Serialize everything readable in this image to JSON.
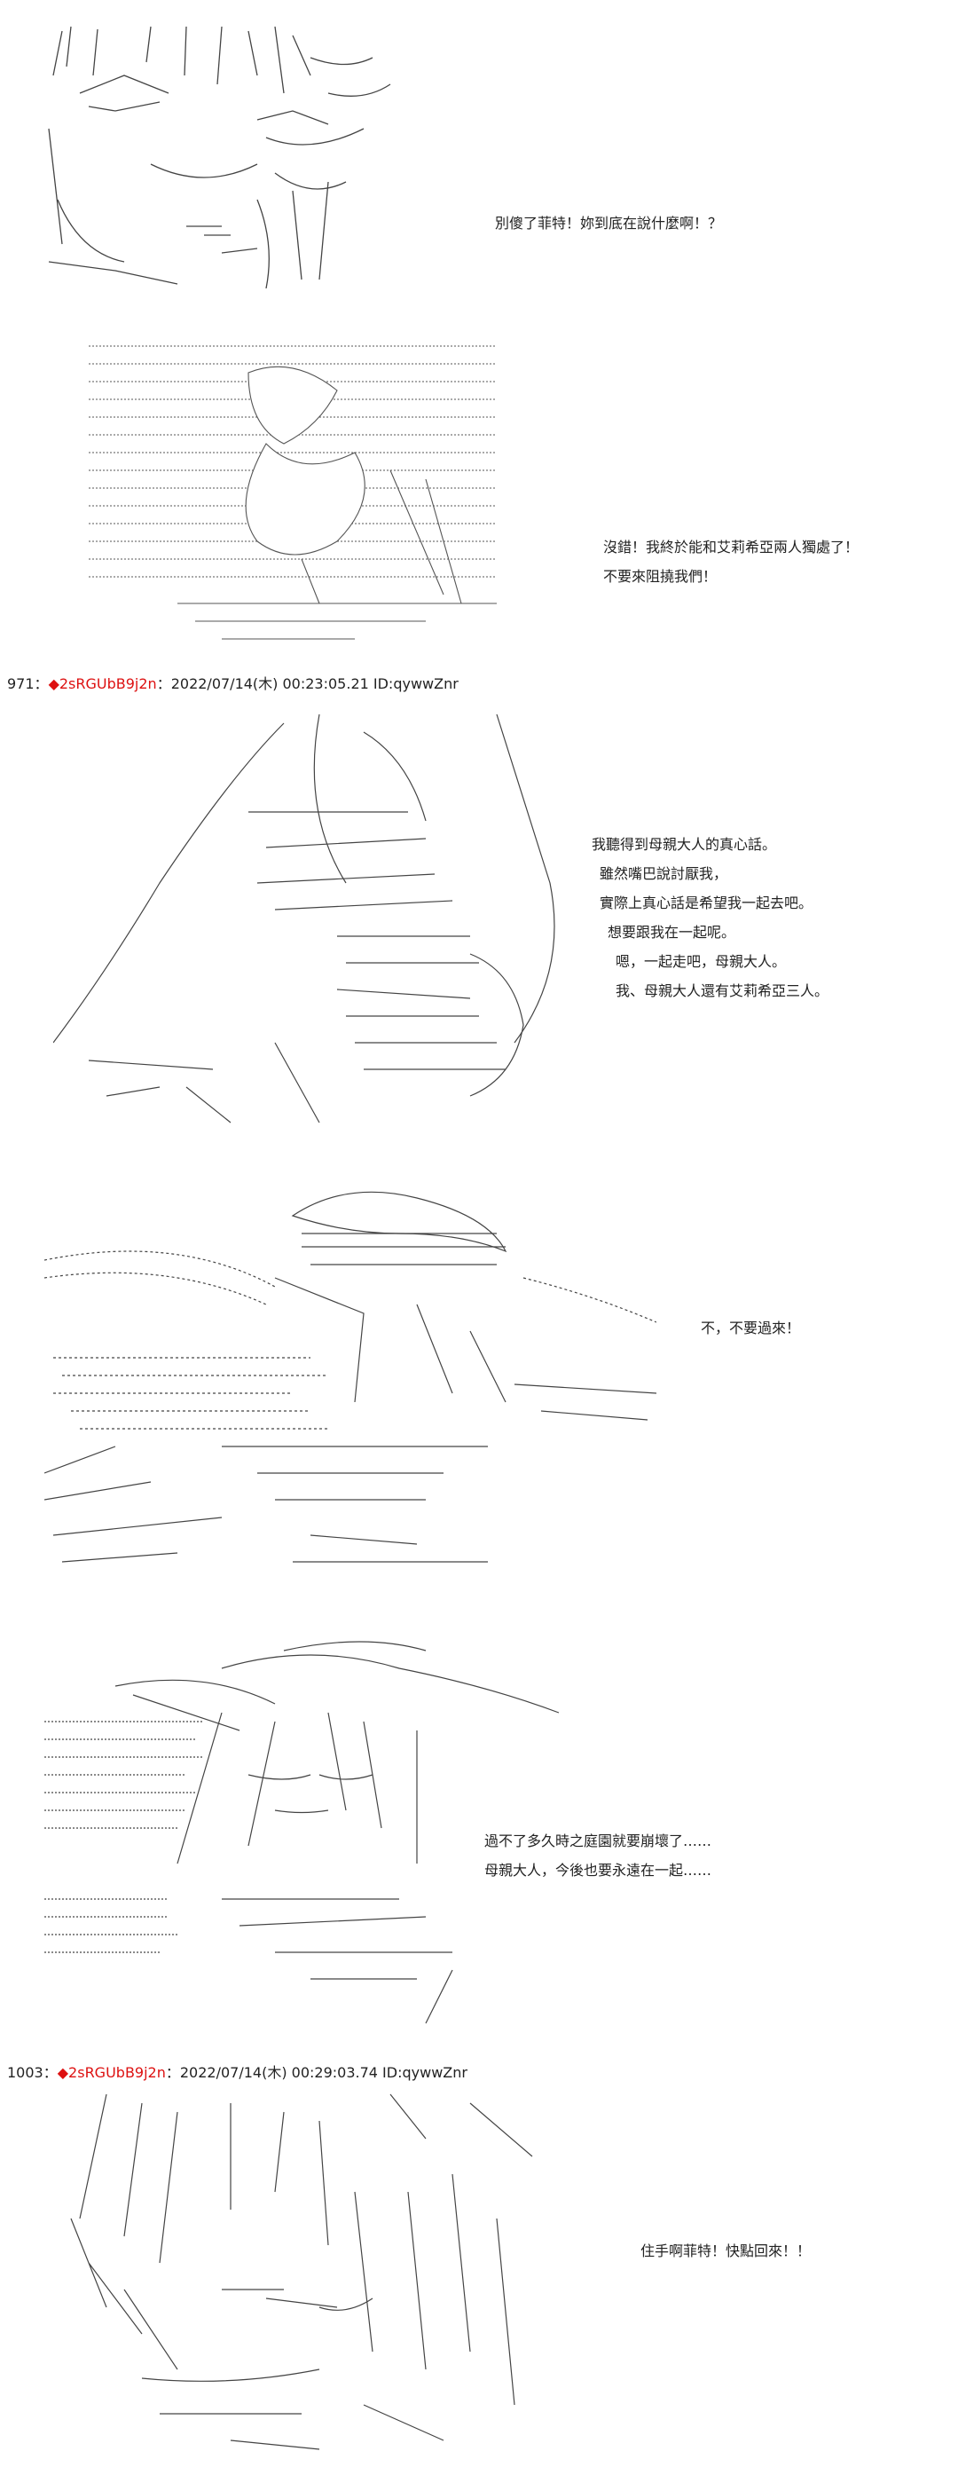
{
  "panels": [
    {
      "lines": [
        "別傻了菲特！妳到底在說什麼啊！？"
      ]
    },
    {
      "lines": [
        "沒錯！我終於能和艾莉希亞兩人獨處了！",
        "不要來阻撓我們！"
      ]
    },
    {
      "header": {
        "number": "971",
        "sep": "：",
        "diamond": "◆",
        "trip": "2sRGUbB9j2n",
        "date": "：2022/07/14(木) 00:23:05.21 ID:qywwZnr"
      },
      "lines": [
        "我聽得到母親大人的真心話。",
        "雖然嘴巴說討厭我，",
        "實際上真心話是希望我一起去吧。",
        "想要跟我在一起呢。",
        "嗯，一起走吧，母親大人。",
        "我、母親大人還有艾莉希亞三人。"
      ]
    },
    {
      "lines": [
        "不，不要過來！"
      ]
    },
    {
      "lines": [
        "過不了多久時之庭園就要崩壞了……",
        "母親大人，今後也要永遠在一起……"
      ]
    },
    {
      "header": {
        "number": "1003",
        "sep": "：",
        "diamond": "◆",
        "trip": "2sRGUbB9j2n",
        "date": "：2022/07/14(木) 00:29:03.74 ID:qywwZnr"
      },
      "lines": [
        "住手啊菲特！快點回來！！"
      ]
    }
  ]
}
